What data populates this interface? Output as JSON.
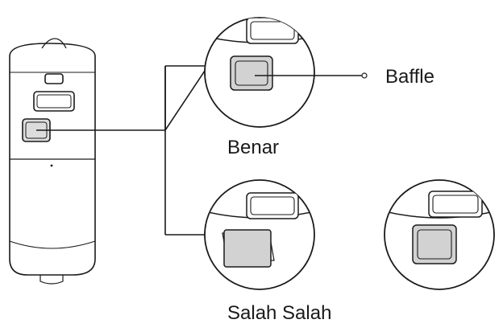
{
  "labels": {
    "baffle": "Baffle",
    "correct": "Benar",
    "wrong": "Salah Salah"
  },
  "colors": {
    "stroke": "#1a1a1a",
    "baffle_fill": "#d2d2d2",
    "background": "#ffffff"
  }
}
